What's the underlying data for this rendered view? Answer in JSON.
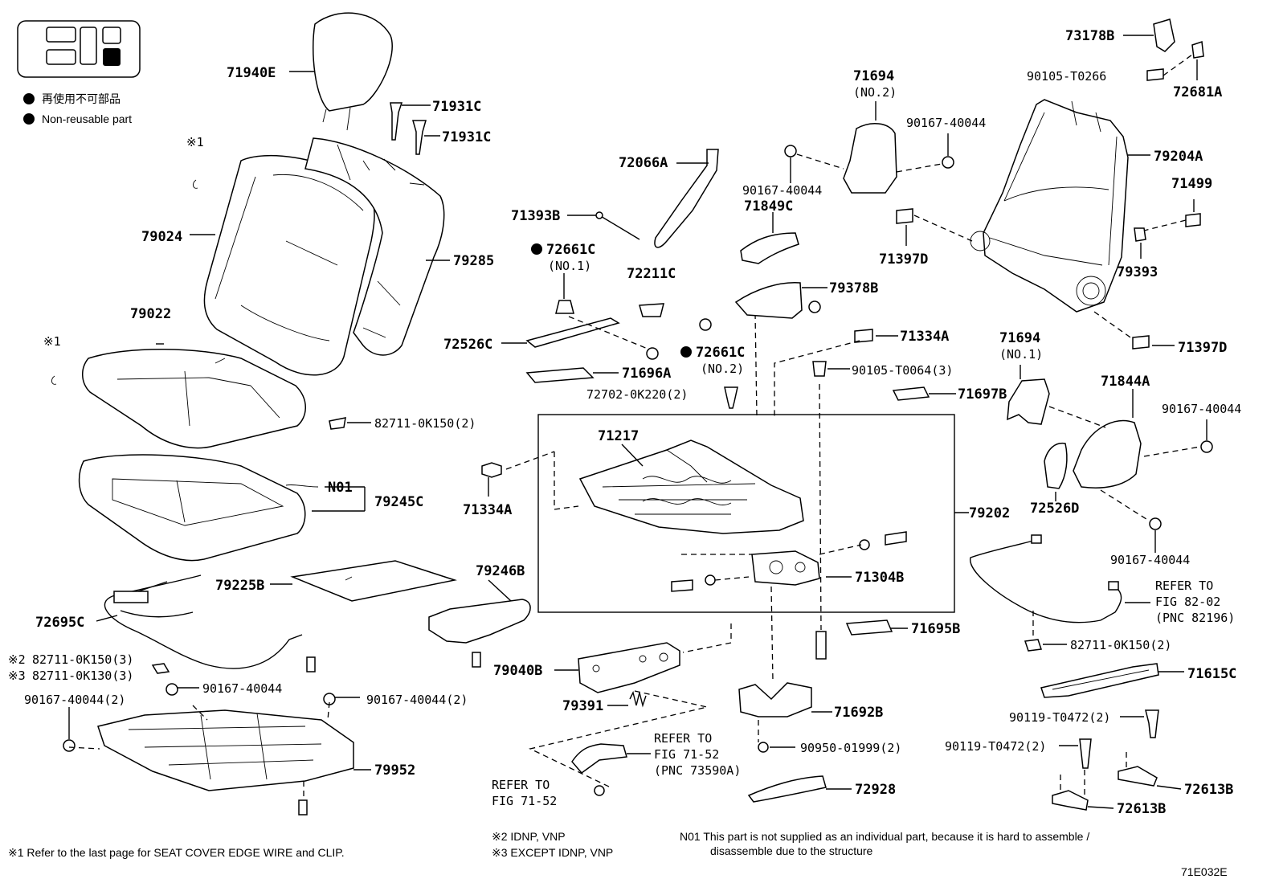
{
  "legend": {
    "jp_label": "再使用不可部品",
    "en_label": "Non-reusable part"
  },
  "labels": {
    "p71940E": "71940E",
    "p71931C_a": "71931C",
    "p71931C_b": "71931C",
    "mark1_a": "※1",
    "mark1_b": "※1",
    "p79024": "79024",
    "p79285": "79285",
    "p79022": "79022",
    "p82711_0K150_2": "82711-0K150(2)",
    "pN01": "N01",
    "p79245C": "79245C",
    "p79225B": "79225B",
    "p72695C": "72695C",
    "p79246B": "79246B",
    "p82711_0K150_3": "82711-0K150(3)",
    "p82711_0K130_3": "82711-0K130(3)",
    "mark2": "※2",
    "mark3": "※3",
    "p90167_40044_a": "90167-40044",
    "p90167_40044_2a": "90167-40044(2)",
    "p90167_40044_2b": "90167-40044(2)",
    "p79952": "79952",
    "p72066A": "72066A",
    "p71393B": "71393B",
    "p72661C_1": "72661C",
    "no1_a": "(NO.1)",
    "p72211C": "72211C",
    "p72526C": "72526C",
    "p72661C_2": "72661C",
    "no2_a": "(NO.2)",
    "p71696A": "71696A",
    "p72702": "72702-0K220(2)",
    "p71217": "71217",
    "p71334A_a": "71334A",
    "p71334A_b": "71334A",
    "p79202": "79202",
    "p71304B": "71304B",
    "p71695B": "71695B",
    "p79040B": "79040B",
    "p79391": "79391",
    "refer_a1": "REFER TO",
    "refer_a2": "FIG 71-52",
    "refer_a3": "(PNC 73590A)",
    "refer_b1": "REFER TO",
    "refer_b2": "FIG 71-52",
    "p71692B": "71692B",
    "p90950": "90950-01999(2)",
    "p72928": "72928",
    "p71694_top": "71694",
    "no2_b": "(NO.2)",
    "p90167_40044_b": "90167-40044",
    "p90167_40044_c": "90167-40044",
    "p71849C": "71849C",
    "p79378B": "79378B",
    "p90105_T0064": "90105-T0064(3)",
    "p71697B": "71697B",
    "p73178B": "73178B",
    "p90105_T0266": "90105-T0266",
    "p72681A": "72681A",
    "p79204A": "79204A",
    "p71499": "71499",
    "p71397D_a": "71397D",
    "p79393": "79393",
    "p71397D_b": "71397D",
    "p71694_mid": "71694",
    "no1_b": "(NO.1)",
    "p71844A": "71844A",
    "p90167_40044_d": "90167-40044",
    "p72526D": "72526D",
    "p90167_40044_e": "90167-40044",
    "refer_c1": "REFER TO",
    "refer_c2": "FIG 82-02",
    "refer_c3": "(PNC 82196)",
    "p82711_0K150_2b": "82711-0K150(2)",
    "p71615C": "71615C",
    "p90119_a": "90119-T0472(2)",
    "p90119_b": "90119-T0472(2)",
    "p72613B_a": "72613B",
    "p72613B_b": "72613B"
  },
  "footnotes": {
    "fn1": "※1  Refer to the last page for SEAT COVER EDGE WIRE and CLIP.",
    "fn2": "※2 IDNP, VNP",
    "fn3": "※3 EXCEPT IDNP, VNP",
    "n01_line1": "N01  This part is not supplied as an individual part, because it is hard to assemble /",
    "n01_line2": "disassemble due to the structure",
    "fig_code": "71E032E"
  }
}
